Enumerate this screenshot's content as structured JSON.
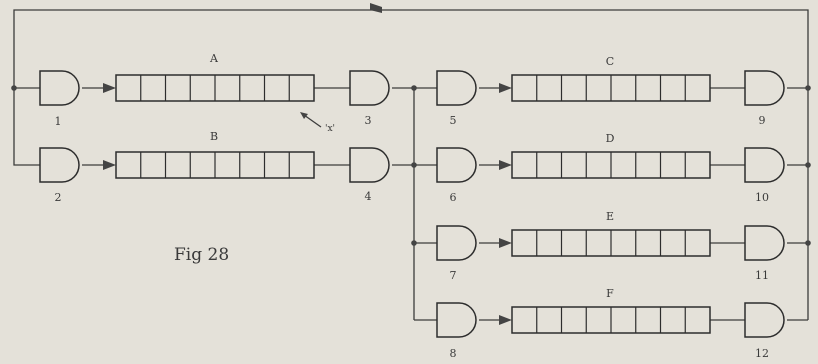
{
  "figure": {
    "caption": "Fig 28",
    "x_marker": "'x'",
    "registers": [
      {
        "label": "A",
        "cells": 8
      },
      {
        "label": "B",
        "cells": 8
      },
      {
        "label": "C",
        "cells": 8
      },
      {
        "label": "D",
        "cells": 8
      },
      {
        "label": "E",
        "cells": 8
      },
      {
        "label": "F",
        "cells": 8
      }
    ],
    "gates": [
      "1",
      "2",
      "3",
      "4",
      "5",
      "6",
      "7",
      "8",
      "9",
      "10",
      "11",
      "12"
    ]
  }
}
